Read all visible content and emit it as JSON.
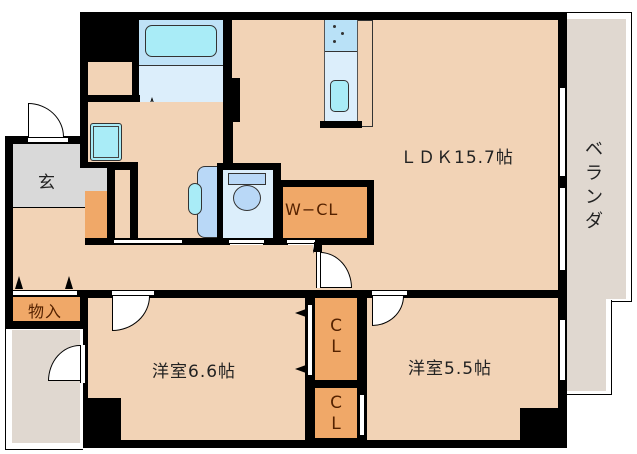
{
  "floorplan": {
    "rooms": {
      "ldk": {
        "label": "ＬＤＫ15.7帖",
        "type": "LDK",
        "size_jo": 15.7
      },
      "western_room_1": {
        "label": "洋室6.6帖",
        "type": "洋室",
        "size_jo": 6.6
      },
      "western_room_2": {
        "label": "洋室5.5帖",
        "type": "洋室",
        "size_jo": 5.5
      },
      "walk_in_closet": {
        "label": "W−CL"
      },
      "closet_upper": {
        "label_line1": "C",
        "label_line2": "L"
      },
      "closet_lower": {
        "label_line1": "C",
        "label_line2": "L"
      },
      "entrance": {
        "label": "玄"
      },
      "storage": {
        "label": "物入"
      },
      "balcony": {
        "label_chars": [
          "ベ",
          "ラ",
          "ン",
          "ダ"
        ]
      }
    },
    "colors": {
      "floor": "#f2d3b6",
      "closet": "#f0a868",
      "entrance": "#d9d9d9",
      "balcony": "#e0d8d0",
      "wet_area": "#dceefb",
      "fixture": "#a9ecf7",
      "wall": "#000000"
    },
    "fixtures": [
      "bathtub-icon",
      "washbasin-icon",
      "toilet-icon",
      "kitchen-sink-icon",
      "stove-icon",
      "washing-machine-pan-icon"
    ]
  }
}
